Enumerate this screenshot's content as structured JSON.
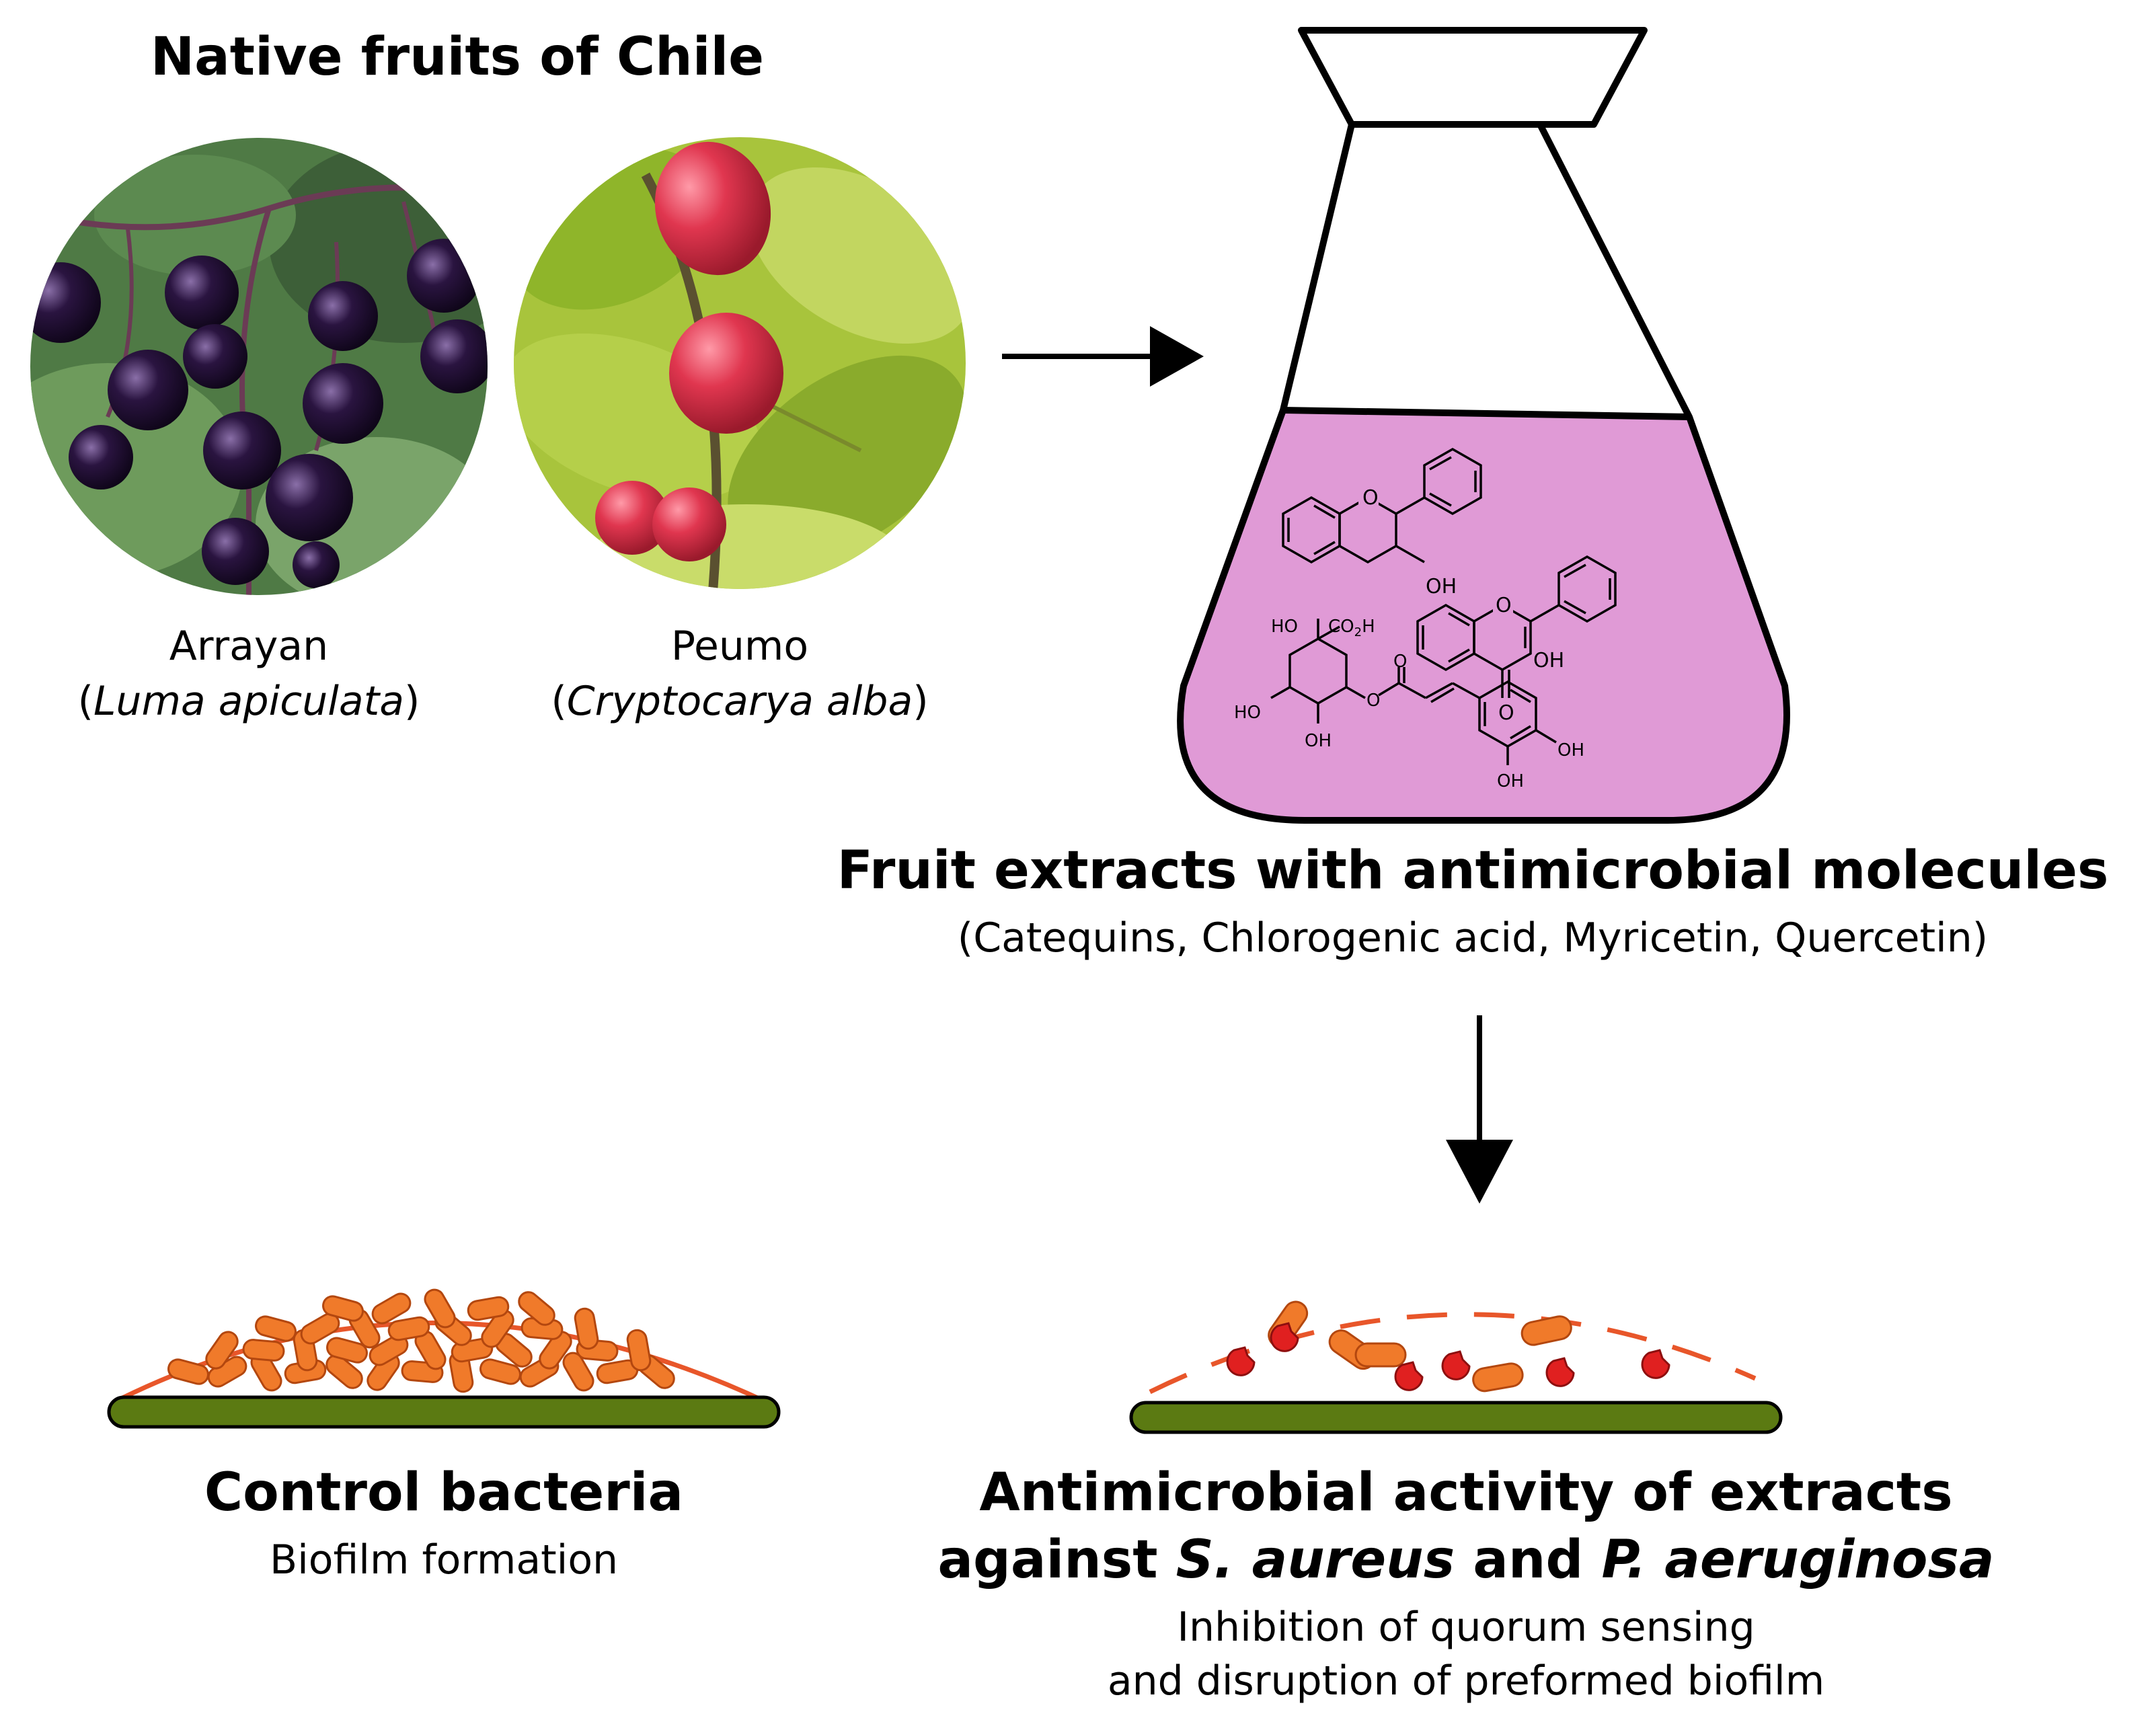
{
  "title": "Native fruits of Chile",
  "fruits": [
    {
      "common": "Arrayan",
      "scientific": "Luma apiculata"
    },
    {
      "common": "Peumo",
      "scientific": "Cryptocarya alba"
    }
  ],
  "extract": {
    "title": "Fruit extracts with antimicrobial molecules",
    "molecules": "(Catequins, Chlorogenic acid, Myricetin, Quercetin)",
    "liquid_color": "#e09ad6"
  },
  "control": {
    "title": "Control bacteria",
    "subtitle": "Biofilm formation"
  },
  "activity": {
    "title_line1": "Antimicrobial activity of extracts",
    "title_prefix": "against ",
    "species1": "S. aureus",
    "conj": " and ",
    "species2": "P. aeruginosa",
    "subtitle_line1": "Inhibition of quorum sensing",
    "subtitle_line2": "and disruption of preformed biofilm"
  },
  "chem_labels": {
    "oh": "OH",
    "ho": "HO",
    "o": "O",
    "co2h": "CO2H"
  },
  "colors": {
    "bacteria": "#f07a2a",
    "biofilm_outline": "#e8562a",
    "substrate": "#5b7a12",
    "damaged": "#e02020"
  }
}
